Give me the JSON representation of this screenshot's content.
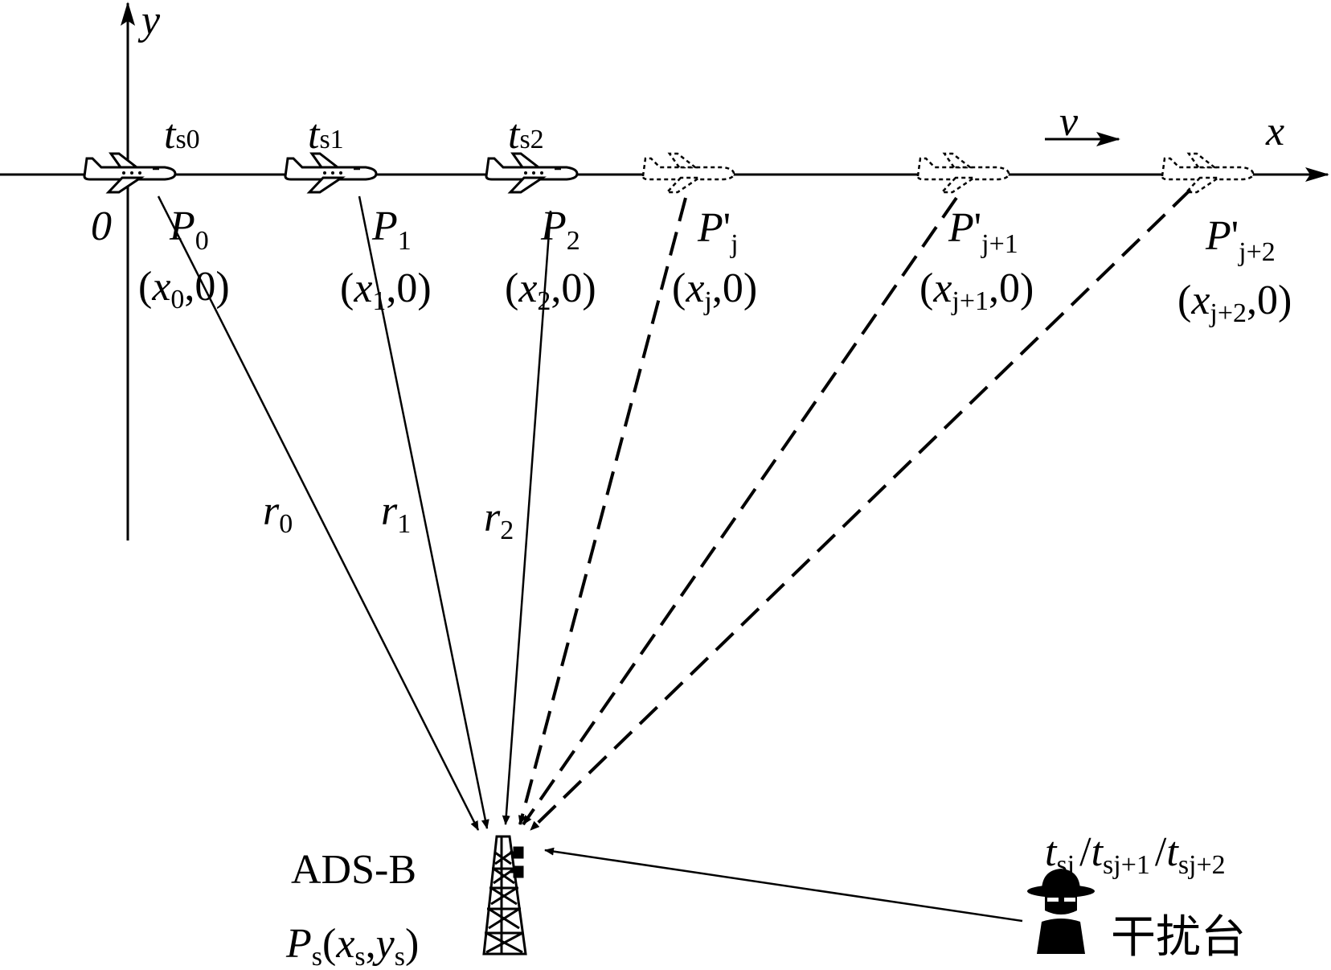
{
  "axes": {
    "x": "x",
    "y": "y",
    "origin": "0",
    "velocity": "v"
  },
  "positions": [
    {
      "p": "P",
      "pmark": "",
      "psub": "0",
      "t": "t",
      "tsub": "s0",
      "cx": "x",
      "csub": "0",
      "ctail": ",0)",
      "kind": "real"
    },
    {
      "p": "P",
      "pmark": "",
      "psub": "1",
      "t": "t",
      "tsub": "s1",
      "cx": "x",
      "csub": "1",
      "ctail": ",0)",
      "kind": "real"
    },
    {
      "p": "P",
      "pmark": "",
      "psub": "2",
      "t": "t",
      "tsub": "s2",
      "cx": "x",
      "csub": "2",
      "ctail": ",0)",
      "kind": "real"
    },
    {
      "p": "P",
      "pmark": "'",
      "psub": "j",
      "t": "",
      "tsub": "",
      "cx": "x",
      "csub": "j",
      "ctail": ",0)",
      "kind": "spoofed"
    },
    {
      "p": "P",
      "pmark": "'",
      "psub": "j+1",
      "t": "",
      "tsub": "",
      "cx": "x",
      "csub": "j+1",
      "ctail": ",0)",
      "kind": "spoofed"
    },
    {
      "p": "P",
      "pmark": "'",
      "psub": "j+2",
      "t": "",
      "tsub": "",
      "cx": "x",
      "csub": "j+2",
      "ctail": ",0)",
      "kind": "spoofed"
    }
  ],
  "ranges": [
    {
      "r": "r",
      "sub": "0"
    },
    {
      "r": "r",
      "sub": "1"
    },
    {
      "r": "r",
      "sub": "2"
    }
  ],
  "station": {
    "name": "ADS-B",
    "p": "P",
    "psub": "s",
    "open": "(",
    "x": "x",
    "xsub": "s",
    "comma": ",",
    "y": "y",
    "ysub": "s",
    "close": ")",
    "icon": "radio-tower-icon"
  },
  "jammer": {
    "label": "干扰台",
    "icon": "spy-hat-icon",
    "times": [
      {
        "t": "t",
        "sub": "sj"
      },
      {
        "t": "t",
        "sub": "sj+1"
      },
      {
        "t": "t",
        "sub": "sj+2"
      }
    ],
    "sep": "/"
  },
  "colors": {
    "ink": "#000000",
    "paper": "#ffffff"
  }
}
